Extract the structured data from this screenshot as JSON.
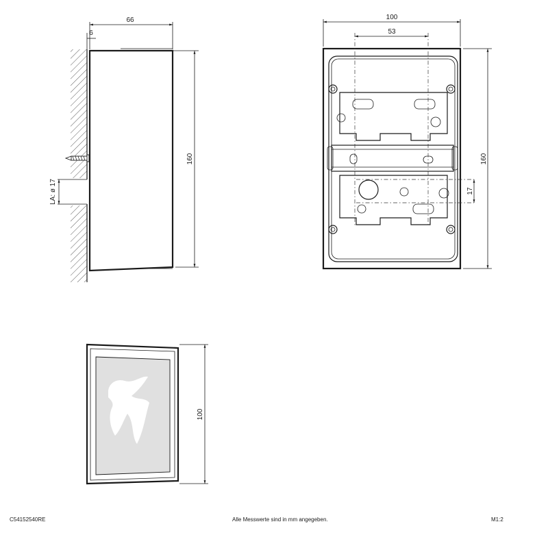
{
  "side_view": {
    "depth_label": "66",
    "wall_offset_label": "6",
    "height_label": "160",
    "cable_entry_label": "LA: ø 17"
  },
  "rear_view": {
    "width_label": "100",
    "hole_spacing_label": "53",
    "height_label": "160",
    "offset_label": "17"
  },
  "front_view": {
    "height_label": "100"
  },
  "footer": {
    "article_number": "C54152540RE",
    "note": "Alle Messwerte sind in mm angegeben.",
    "scale": "M1:2"
  }
}
